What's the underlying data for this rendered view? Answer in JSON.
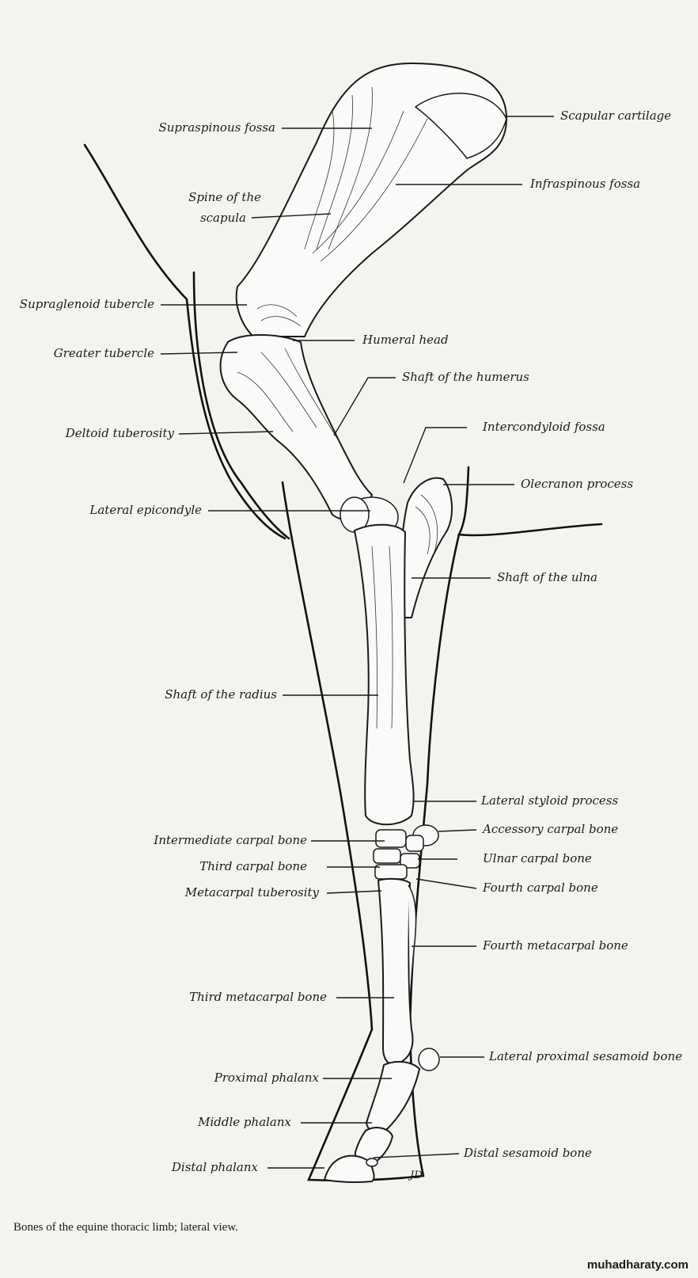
{
  "labels": {
    "supraspinous_fossa": "Supraspinous fossa",
    "scapular_cartilage": "Scapular cartilage",
    "infraspinous_fossa": "Infraspinous fossa",
    "spine_line1": "Spine of the",
    "spine_line2": "scapula",
    "supraglenoid_tubercle": "Supraglenoid tubercle",
    "humeral_head": "Humeral head",
    "greater_tubercle": "Greater tubercle",
    "shaft_humerus": "Shaft of the humerus",
    "deltoid_tuberosity": "Deltoid tuberosity",
    "intercondyloid_fossa": "Intercondyloid fossa",
    "olecranon_process": "Olecranon process",
    "lateral_epicondyle": "Lateral epicondyle",
    "shaft_ulna": "Shaft of the ulna",
    "shaft_radius": "Shaft of the radius",
    "lateral_styloid": "Lateral styloid process",
    "intermediate_carpal": "Intermediate carpal bone",
    "accessory_carpal": "Accessory carpal bone",
    "third_carpal": "Third carpal bone",
    "ulnar_carpal": "Ulnar carpal bone",
    "metacarpal_tuberosity": "Metacarpal tuberosity",
    "fourth_carpal": "Fourth carpal bone",
    "fourth_metacarpal": "Fourth metacarpal bone",
    "third_metacarpal": "Third metacarpal bone",
    "lateral_prox_sesamoid": "Lateral proximal sesamoid bone",
    "proximal_phalanx": "Proximal phalanx",
    "middle_phalanx": "Middle phalanx",
    "distal_sesamoid": "Distal sesamoid bone",
    "distal_phalanx": "Distal phalanx"
  },
  "caption": "Bones of the equine thoracic limb; lateral view.",
  "watermark": "muhadharaty.com",
  "signature": "JD"
}
